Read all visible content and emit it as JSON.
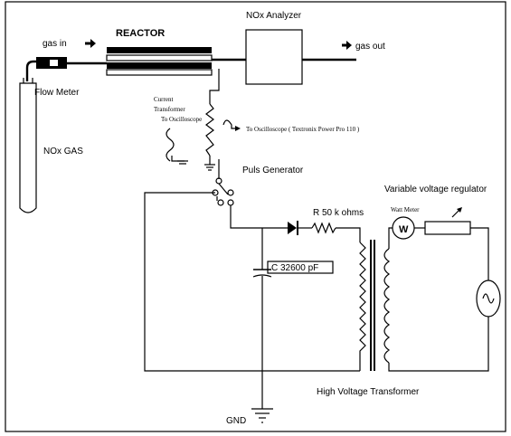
{
  "labels": {
    "gas_in": "gas in",
    "reactor": "REACTOR",
    "nox_analyzer": "NOx Analyzer",
    "gas_out": "gas out",
    "flow_meter": "Flow Meter",
    "nox_gas": "NOx GAS",
    "current_transformer_1": "Current",
    "current_transformer_2": "Transformer",
    "current_transformer_3": "To Oscilloscope",
    "to_oscilloscope": "To Oscilloscope ( Textronix Power Pro 110 )",
    "pulse_generator": "Puls Generator",
    "variable_voltage_regulator": "Variable voltage regulator",
    "resistor": "R  50 k ohms",
    "watt_meter": "Watt Meter",
    "watt_symbol": "W",
    "capacitor": "C  32600 pF",
    "hv_transformer": "High Voltage Transformer",
    "gnd": "GND"
  },
  "colors": {
    "ink": "#000000",
    "paper": "#ffffff"
  }
}
